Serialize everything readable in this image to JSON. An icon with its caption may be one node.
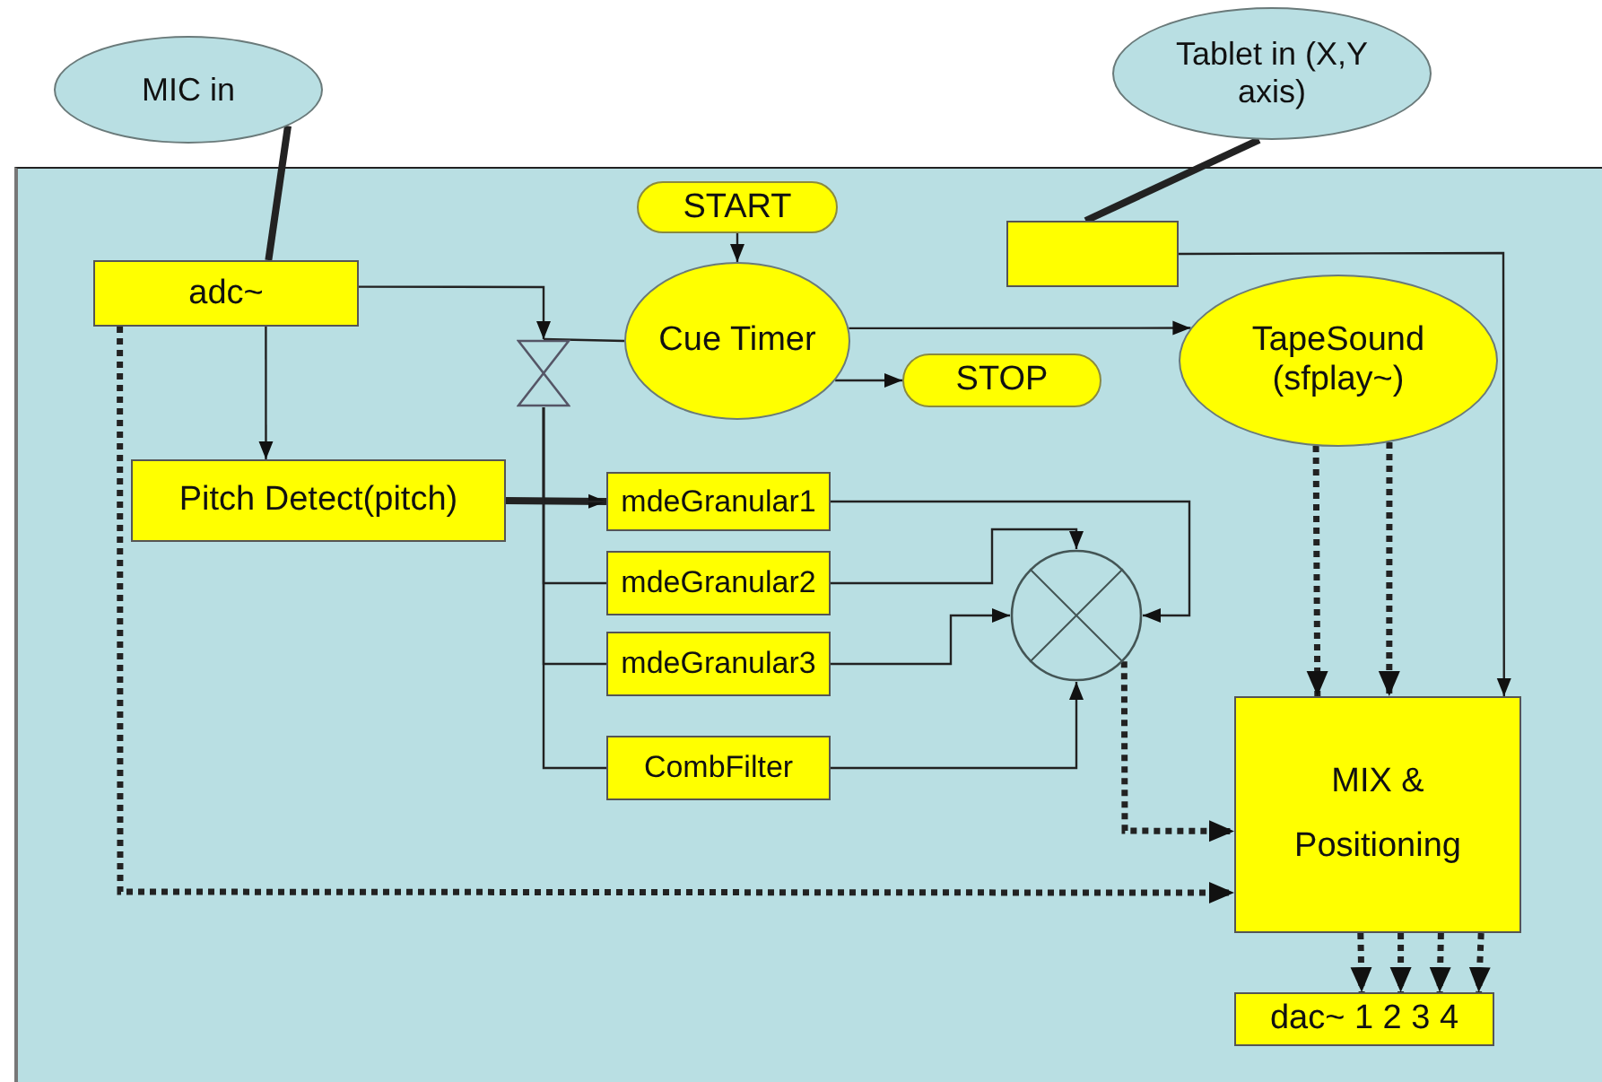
{
  "diagram": {
    "nodes": [
      {
        "text": [
          "MIC in"
        ]
      },
      {
        "text": [
          "Tablet in (X,Y axis)"
        ]
      },
      {
        "text": [
          "START"
        ]
      },
      {
        "text": [
          "adc~"
        ]
      },
      {
        "text": [],
        "shape": "box"
      },
      {
        "text": [
          "Cue Timer"
        ]
      },
      {
        "text": [],
        "shape": "hourglass"
      },
      {
        "text": [
          "TapeSound (sfplay~)"
        ]
      },
      {
        "text": [
          "STOP"
        ]
      },
      {
        "text": [
          "Pitch Detect(pitch)"
        ]
      },
      {
        "text": [
          "mdeGranular1"
        ]
      },
      {
        "text": [
          "mdeGranular2"
        ]
      },
      {
        "text": [
          "mdeGranular3"
        ]
      },
      {
        "text": [],
        "shape": "circle"
      },
      {
        "text": [
          "CombFilter"
        ]
      },
      {
        "text": [
          "MIX & Positioning"
        ]
      },
      {
        "text": [
          "dac~ 1 2 3 4"
        ]
      }
    ],
    "edges": [
      {
        "from": 0,
        "to": 3,
        "arrow": "none",
        "style": "thick"
      },
      {
        "from": 1,
        "to": 4,
        "arrow": "none",
        "style": "thick"
      },
      {
        "from": 2,
        "to": 5,
        "arrow": "to"
      },
      {
        "from": 3,
        "to": 6,
        "arrow": "to"
      },
      {
        "from": 5,
        "to": 6,
        "arrow": "none"
      },
      {
        "from": 3,
        "to": 9,
        "arrow": "to"
      },
      {
        "from": 5,
        "to": 7,
        "arrow": "to"
      },
      {
        "from": 5,
        "to": 8,
        "arrow": "to"
      },
      {
        "from": 9,
        "to": 10,
        "arrow": "to",
        "style": "thick"
      },
      {
        "from": 6,
        "to": 10,
        "arrow": "none"
      },
      {
        "from": 6,
        "to": 11,
        "arrow": "none"
      },
      {
        "from": 6,
        "to": 12,
        "arrow": "none"
      },
      {
        "from": 6,
        "to": 14,
        "arrow": "none"
      },
      {
        "from": 10,
        "to": 13,
        "arrow": "to"
      },
      {
        "from": 11,
        "to": 13,
        "arrow": "to"
      },
      {
        "from": 12,
        "to": 13,
        "arrow": "to"
      },
      {
        "from": 14,
        "to": 13,
        "arrow": "to"
      },
      {
        "from": 13,
        "to": 15,
        "arrow": "to",
        "style": "dashed"
      },
      {
        "from": 3,
        "to": 15,
        "arrow": "to",
        "style": "dashed"
      },
      {
        "from": 7,
        "to": 15,
        "arrow": "to",
        "style": "dashed"
      },
      {
        "from": 7,
        "to": 15,
        "arrow": "to",
        "style": "dashed"
      },
      {
        "from": 4,
        "to": 15,
        "arrow": "to"
      },
      {
        "from": 15,
        "to": 16,
        "arrow": "to",
        "style": "dashed"
      },
      {
        "from": 15,
        "to": 16,
        "arrow": "to",
        "style": "dashed"
      },
      {
        "from": 15,
        "to": 16,
        "arrow": "to",
        "style": "dashed"
      },
      {
        "from": 15,
        "to": 16,
        "arrow": "to",
        "style": "dashed"
      }
    ]
  }
}
